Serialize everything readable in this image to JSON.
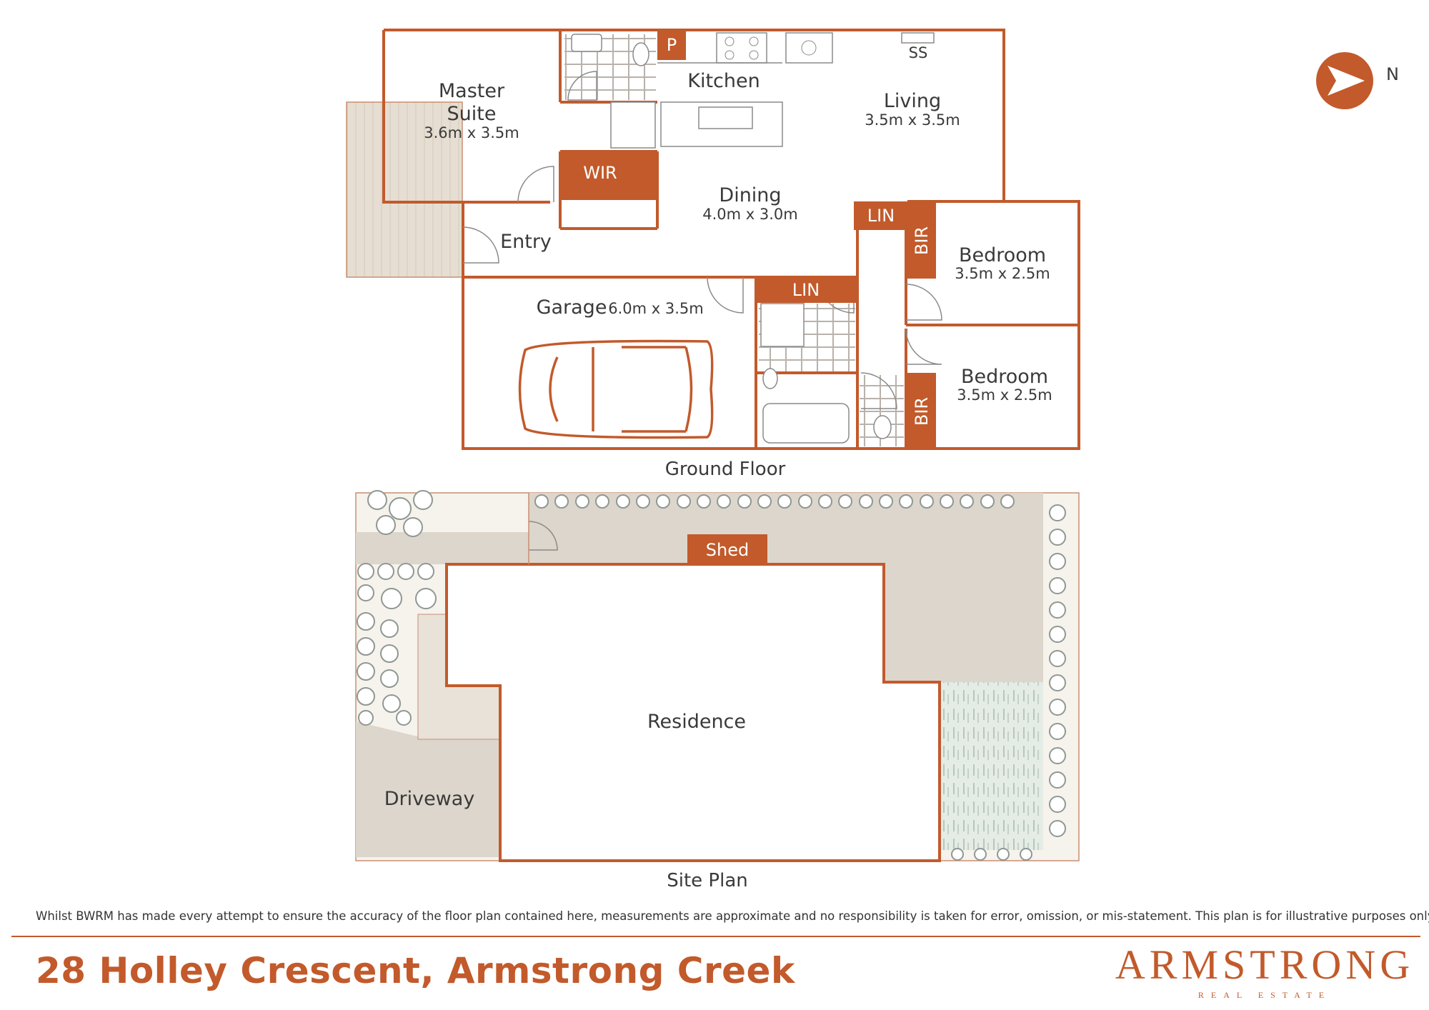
{
  "ground_floor": {
    "caption": "Ground Floor",
    "rooms": {
      "master_suite": {
        "name_line1": "Master",
        "name_line2": "Suite",
        "dims": "3.6m x 3.5m"
      },
      "kitchen": {
        "name": "Kitchen"
      },
      "living": {
        "name": "Living",
        "dims": "3.5m x 3.5m"
      },
      "dining": {
        "name": "Dining",
        "dims": "4.0m x 3.0m"
      },
      "entry": {
        "name": "Entry"
      },
      "garage": {
        "name": "Garage",
        "dims": "6.0m x 3.5m"
      },
      "bedroom_1": {
        "name": "Bedroom",
        "dims": "3.5m x 2.5m"
      },
      "bedroom_2": {
        "name": "Bedroom",
        "dims": "3.5m x 2.5m"
      }
    },
    "tags": {
      "pantry": "P",
      "wir": "WIR",
      "lin_dining": "LIN",
      "lin_garage": "LIN",
      "bir_1": "BIR",
      "bir_2": "BIR",
      "ss": "SS"
    }
  },
  "site_plan": {
    "caption": "Site Plan",
    "shed": "Shed",
    "residence": "Residence",
    "driveway": "Driveway"
  },
  "compass": {
    "label": "N"
  },
  "disclaimer": "Whilst BWRM  has made every attempt to ensure the accuracy of the floor plan contained here, measurements are approximate and no responsibility is taken for error, omission, or mis-statement. This plan is for illustrative purposes only.",
  "address": "28 Holley Crescent, Armstrong Creek",
  "brand": {
    "name": "ARMSTRONG",
    "sub": "REAL ESTATE"
  },
  "colors": {
    "accent": "#c25a2b",
    "paving": "#ddd6cc",
    "deck": "#e6dfd3",
    "lawn": "#e3ebe4",
    "plants": "#8f9893"
  }
}
